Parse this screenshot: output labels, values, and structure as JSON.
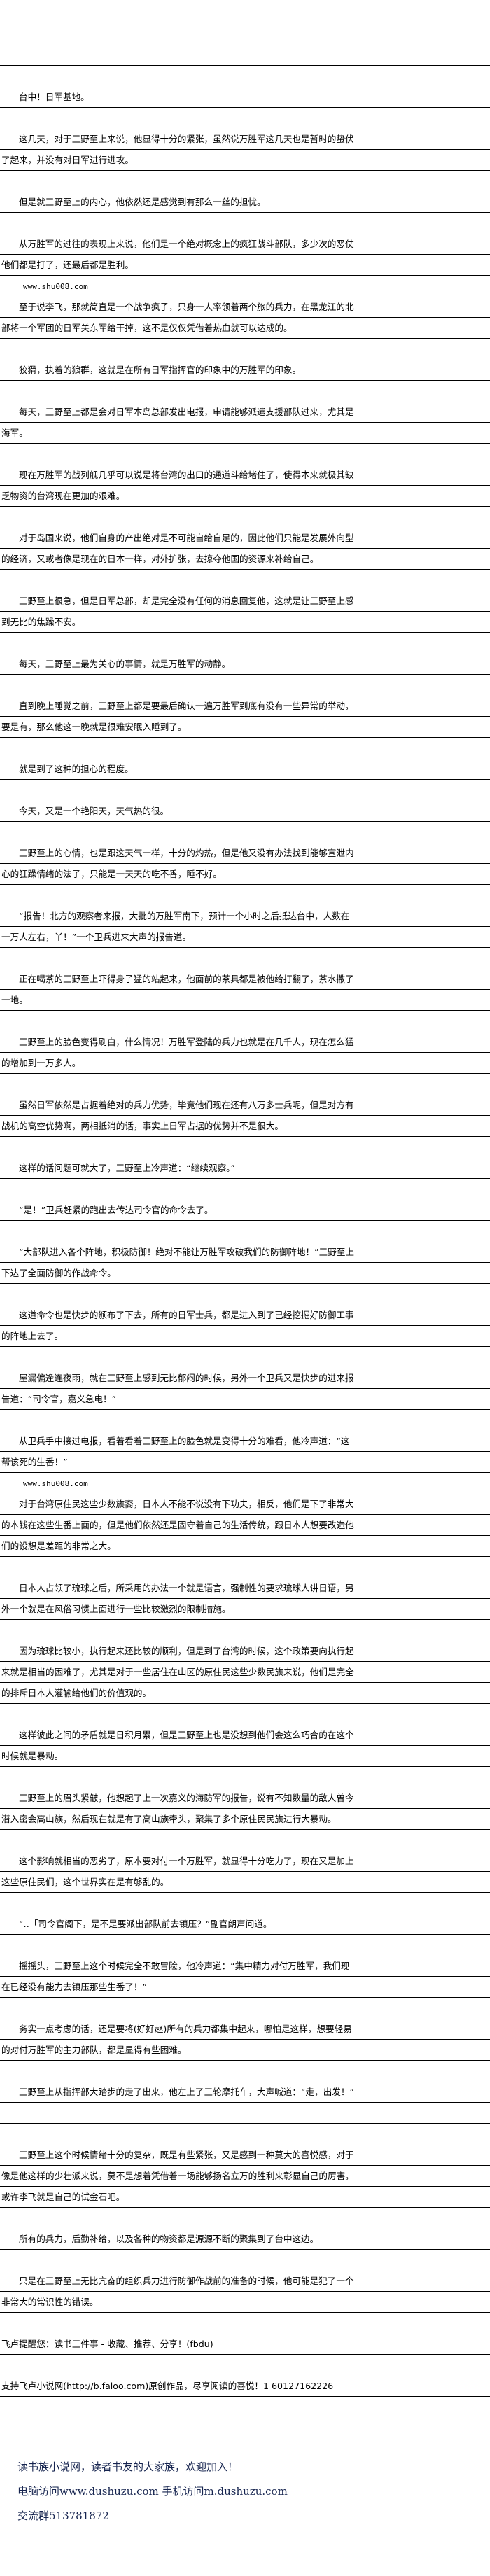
{
  "article": {
    "paragraphs": [
      {
        "text": "台中！日军基地。"
      },
      {
        "text": "这几天，对于三野至上来说，他显得十分的紧张，虽然说万胜军这几天也是暂时的蛰伏了起来，并没有对日军进行进攻。"
      },
      {
        "text": "但是就三野至上的内心，他依然还是感觉到有那么一丝的担忧。"
      },
      {
        "text": "从万胜军的过往的表现上来说，他们是一个绝对概念上的疯狂战斗部队，多少次的恶仗他们都是打了，还最后都是胜利。"
      },
      {
        "text": "至于说李飞，那就简直是一个战争疯子，只身一人率领着两个旅的兵力，在黑龙江的北部将一个军团的日军关东军给干掉，这不是仅仅凭借着热血就可以达成的。",
        "watermark": "www.shu008.com"
      },
      {
        "text": "狡猾，执着的狼群，这就是在所有日军指挥官的印象中的万胜军的印象。"
      },
      {
        "text": "每天，三野至上都是会对日军本岛总部发出电报，申请能够派遣支援部队过来，尤其是海军。"
      },
      {
        "text": "现在万胜军的战列舰几乎可以说是将台湾的出口的通道斗给堵住了，使得本来就极其缺乏物资的台湾现在更加的艰难。"
      },
      {
        "text": "对于岛国来说，他们自身的产出绝对是不可能自给自足的，因此他们只能是发展外向型的经济，又或者像是现在的日本一样，对外扩张，去掠夺他国的资源来补给自己。"
      },
      {
        "text": "三野至上很急，但是日军总部，却是完全没有任何的消息回复他，这就是让三野至上感到无比的焦躁不安。"
      },
      {
        "text": "每天，三野至上最为关心的事情，就是万胜军的动静。"
      },
      {
        "text": "直到晚上睡觉之前，三野至上都是要最后确认一遍万胜军到底有没有一些异常的举动，要是有，那么他这一晚就是很难安眠入睡到了。"
      },
      {
        "text": "就是到了这种的担心的程度。"
      },
      {
        "text": "今天，又是一个艳阳天，天气热的很。"
      },
      {
        "text": "三野至上的心情，也是跟这天气一样，十分的灼热，但是他又没有办法找到能够宣泄内心的狂躁情绪的法子，只能是一天天的吃不香，睡不好。"
      },
      {
        "text": "“报告！北方的观察者来报，大批的万胜军南下，预计一个小时之后抵达台中，人数在一万人左右，丫！”一个卫兵进来大声的报告道。"
      },
      {
        "text": "正在喝茶的三野至上吓得身子猛的站起来，他面前的茶具都是被他给打翻了，茶水撒了一地。"
      },
      {
        "text": "三野至上的脸色变得刷白，什么情况！万胜军登陆的兵力也就是在几千人，现在怎么猛的增加到一万多人。"
      },
      {
        "text": "虽然日军依然是占据着绝对的兵力优势，毕竟他们现在还有八万多士兵呢，但是对方有战机的高空优势啊，两相抵消的话，事实上日军占据的优势并不是很大。"
      },
      {
        "text": "这样的话问题可就大了，三野至上冷声道：“继续观察。”"
      },
      {
        "text": "“是！”卫兵赶紧的跑出去传达司令官的命令去了。"
      },
      {
        "text": "“大部队进入各个阵地，积极防御！绝对不能让万胜军攻破我们的防御阵地！”三野至上下达了全面防御的作战命令。"
      },
      {
        "text": "这道命令也是快步的颁布了下去，所有的日军士兵，都是进入到了已经挖掘好防御工事的阵地上去了。"
      },
      {
        "text": "屋漏偏逢连夜雨，就在三野至上感到无比郁闷的时候，另外一个卫兵又是快步的进来报告道：“司令官，嘉义急电！”"
      },
      {
        "text": "从卫兵手中接过电报，看着看着三野至上的脸色就是变得十分的难看，他冷声道：“这帮该死的生番！”"
      },
      {
        "text": "对于台湾原住民这些少数族裔，日本人不能不说没有下功夫，相反，他们是下了非常大的本钱在这些生番上面的，但是他们依然还是固守着自己的生活传统，跟日本人想要改造他们的设想是差距的非常之大。",
        "watermark": "www.shu008.com"
      },
      {
        "text": "日本人占领了琉球之后，所采用的办法一个就是语言，强制性的要求琉球人讲日语，另外一个就是在风俗习惯上面进行一些比较激烈的限制措施。"
      },
      {
        "text": "因为琉球比较小，执行起来还比较的顺利，但是到了台湾的时候，这个政策要向执行起来就是相当的困难了，尤其是对于一些居住在山区的原住民这些少数民族来说，他们是完全的排斥日本人灌输给他们的价值观的。"
      },
      {
        "text": "这样彼此之间的矛盾就是日积月累，但是三野至上也是没想到他们会这么巧合的在这个时候就是暴动。"
      },
      {
        "text": "三野至上的眉头紧皱，他想起了上一次嘉义的海防军的报告，说有不知数量的敌人曾今潜入密会高山族，然后现在就是有了高山族牵头，聚集了多个原住民民族进行大暴动。"
      },
      {
        "text": "这个影响就相当的恶劣了，原本要对付一个万胜军，就显得十分吃力了，现在又是加上这些原住民们，这个世界实在是有够乱的。"
      },
      {
        "text": "“‥「司令官阁下，是不是要派出部队前去镇压？”副官朗声问道。"
      },
      {
        "text": "摇摇头，三野至上这个时候完全不敢冒险，他冷声道：“集中精力对付万胜军，我们现在已经没有能力去镇压那些生番了！”"
      },
      {
        "text": "务实一点考虑的话，还是要将(好好赵)所有的兵力都集中起来，哪怕是这样，想要轻易的对付万胜军的主力部队，都是显得有些困难。"
      },
      {
        "text": "三野至上从指挥部大踏步的走了出来，他左上了三轮摩托车，大声喊道：“走，出发！”"
      },
      {
        "text": "",
        "blank": true
      },
      {
        "text": "三野至上这个时候情绪十分的复杂，既是有些紧张，又是感到一种莫大的喜悦感，对于像是他这样的少壮派来说，莫不是想着凭借着一场能够扬名立万的胜利来彰显自己的厉害，或许李飞就是自己的试金石吧。"
      },
      {
        "text": "所有的兵力，后勤补给，以及各种的物资都是源源不断的聚集到了台中这边。"
      },
      {
        "text": "只是在三野至上无比亢奋的组织兵力进行防御作战前的准备的时候，他可能是犯了一个非常大的常识性的错误。"
      },
      {
        "text": "飞卢提醒您：读书三件事 - 收藏、推荐、分享！(fbdu)",
        "noindent": true
      },
      {
        "text": "支持飞卢小说网(http://b.faloo.com)原创作品，尽享阅读的喜悦！1 60127162226",
        "noindent": true
      }
    ]
  },
  "footer": {
    "line1": "读书族小说网，读者书友的大家族，欢迎加入！",
    "line2": "电脑访问www.dushuzu.com 手机访问m.dushuzu.com",
    "line3": "交流群513781872"
  },
  "colors": {
    "footer_text": "#16244f"
  }
}
